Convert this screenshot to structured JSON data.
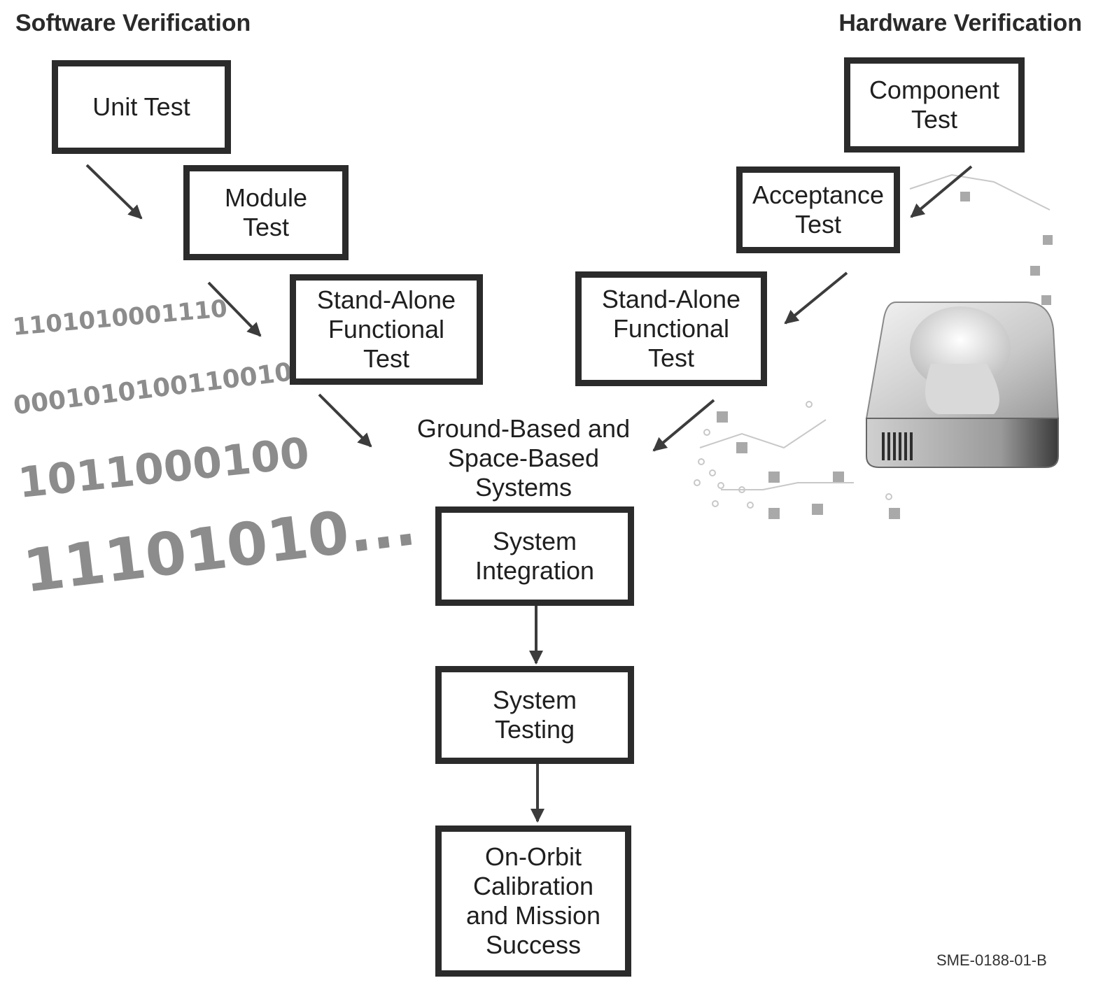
{
  "headings": {
    "software": "Software Verification",
    "hardware": "Hardware Verification"
  },
  "software_boxes": {
    "unit_test": "Unit Test",
    "module_test": [
      "Module",
      "Test"
    ],
    "standalone": [
      "Stand-Alone",
      "Functional",
      "Test"
    ]
  },
  "hardware_boxes": {
    "component_test": [
      "Component",
      "Test"
    ],
    "acceptance_test": [
      "Acceptance",
      "Test"
    ],
    "standalone": [
      "Stand-Alone",
      "Functional",
      "Test"
    ]
  },
  "center_label": [
    "Ground-Based and",
    "Space-Based",
    "Systems"
  ],
  "system_boxes": {
    "integration": [
      "System",
      "Integration"
    ],
    "testing": [
      "System",
      "Testing"
    ],
    "on_orbit": [
      "On-Orbit",
      "Calibration",
      "and Mission",
      "Success"
    ]
  },
  "binary_strings": [
    "1101010001110",
    "0001010100110010",
    "1011000100",
    "11101010..."
  ],
  "figure_code": "SME-0188-01-B",
  "icons": {
    "hardware_illustration": "hard-drive-icon"
  },
  "colors": {
    "box_border": "#2b2b2b",
    "arrow": "#3c3c3c",
    "binary_text": "#8c8c8c"
  }
}
